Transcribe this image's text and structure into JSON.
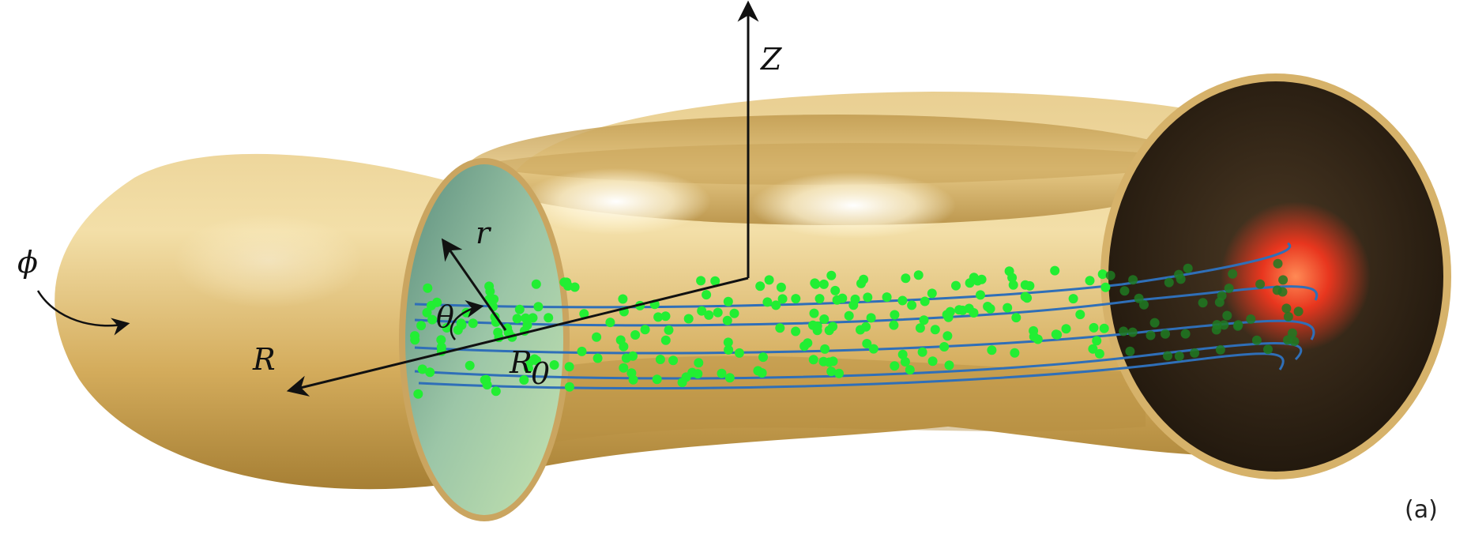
{
  "labels": {
    "z_axis": "Z",
    "r_minor": "r",
    "theta": "θ",
    "phi": "ϕ",
    "R_major": "R",
    "R0_main": "R",
    "R0_sub": "0",
    "panel": "(a)"
  },
  "colors": {
    "torus": "#d8b46a",
    "cross_section_left": "#a9cfae",
    "cross_section_right": "#3a2a1a",
    "field_lines": "#2f6fb8",
    "particles": "#22ee33",
    "hot_core": "#e8361e",
    "axes": "#111111"
  }
}
